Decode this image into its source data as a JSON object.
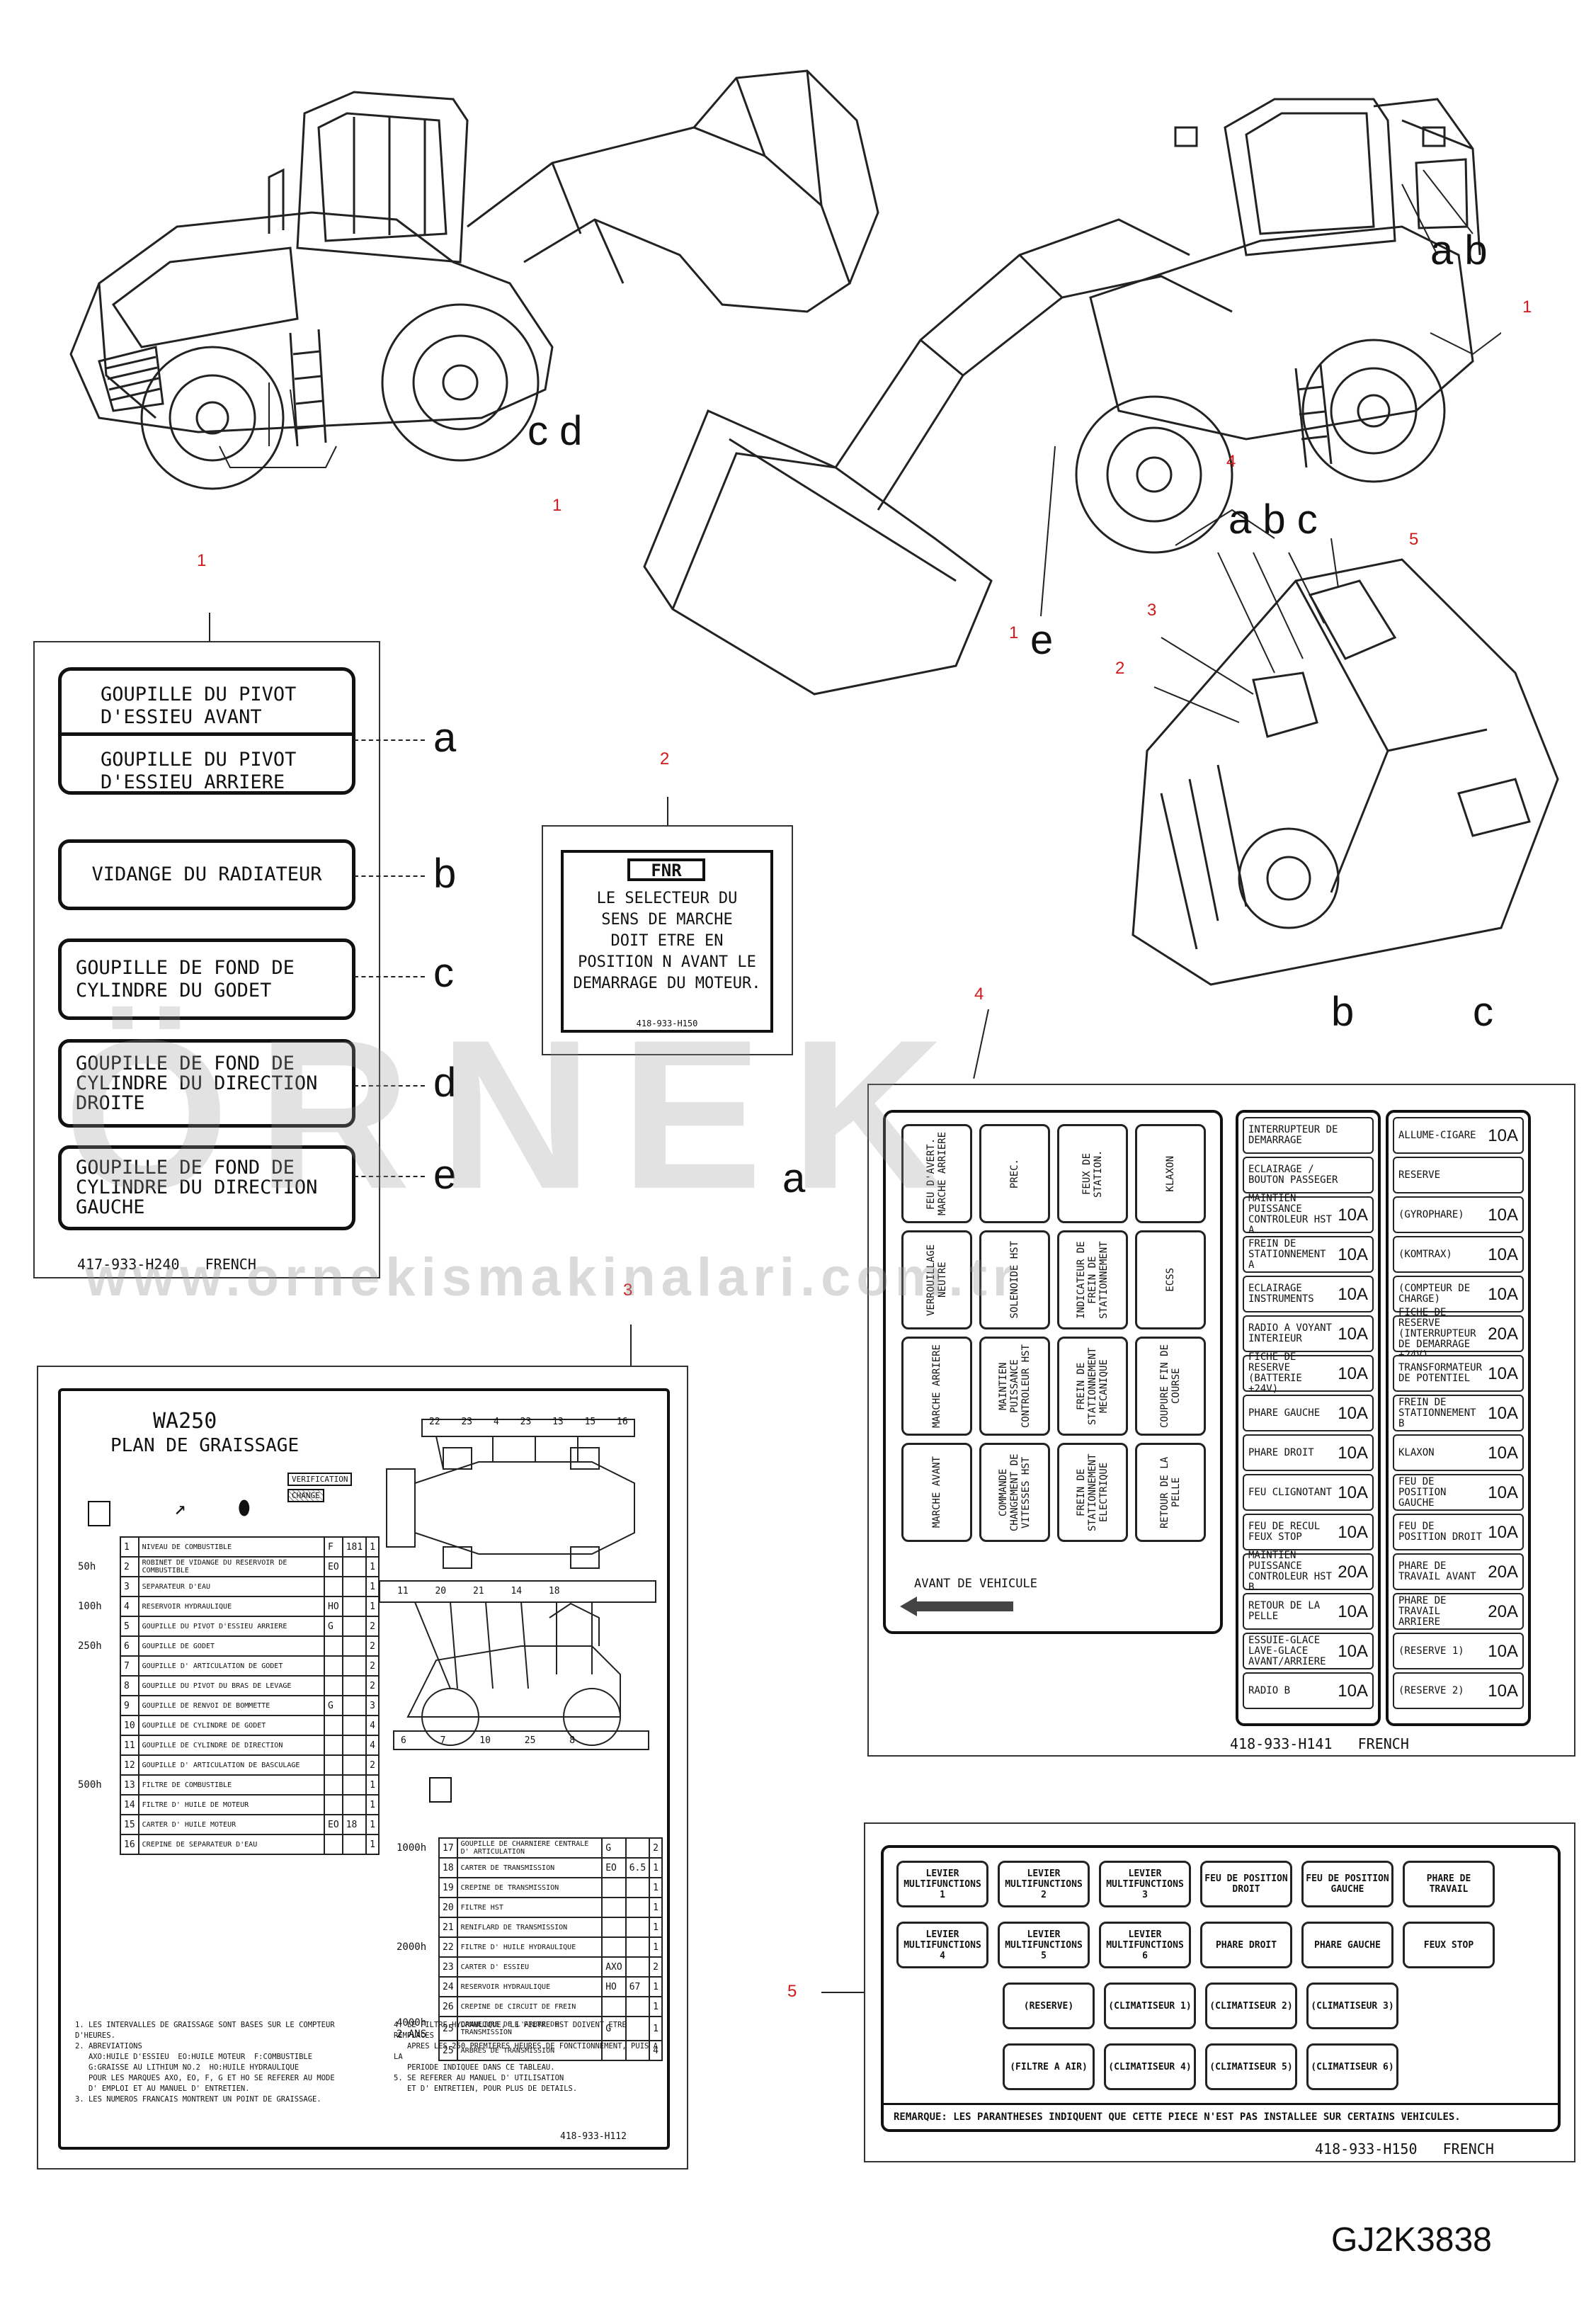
{
  "drawing_code": "GJ2K3838",
  "callouts": {
    "top_cd": "c d",
    "top_cd_num": "1",
    "top_ab": "a b",
    "top_ab_num": "1",
    "top_e": "e",
    "top_e_num": "1",
    "cab_abc": "a b c",
    "cab_num4": "4",
    "cab_num5": "5",
    "cab_num3": "3",
    "cab_num2": "2"
  },
  "label1": {
    "ref_num": "1",
    "items": [
      {
        "letter": "a",
        "text": "GOUPILLE DU PIVOT\nD'ESSIEU AVANT"
      },
      {
        "letter": "",
        "text": "GOUPILLE DU PIVOT\nD'ESSIEU ARRIERE"
      },
      {
        "letter": "b",
        "text": "VIDANGE DU RADIATEUR"
      },
      {
        "letter": "c",
        "text": "GOUPILLE DE FOND DE\nCYLINDRE DU GODET"
      },
      {
        "letter": "d",
        "text": "GOUPILLE DE FOND DE\nCYLINDRE DU DIRECTION\nDROITE"
      },
      {
        "letter": "e",
        "text": "GOUPILLE DE FOND DE\nCYLINDRE DU DIRECTION\nGAUCHE"
      }
    ],
    "footer": "417-933-H240   FRENCH"
  },
  "label2": {
    "ref_num": "2",
    "header": "FNR",
    "text": "LE SELECTEUR DU\nSENS DE MARCHE\nDOIT ETRE EN\nPOSITION N AVANT LE\nDEMARRAGE DU MOTEUR.",
    "part": "418-933-H150"
  },
  "label3": {
    "ref_num": "3",
    "title": "WA250",
    "subtitle": "PLAN DE GRAISSAGE",
    "verif": "VERIFICATION",
    "change": "CHANGE",
    "rows_left": [
      {
        "interval": "",
        "no": "1",
        "item": "NIVEAU DE COMBUSTIBLE",
        "code": "F",
        "qty": "181",
        "n": "1"
      },
      {
        "interval": "50h",
        "no": "2",
        "item": "ROBINET DE VIDANGE DU RESERVOIR DE COMBUSTIBLE",
        "code": "EO",
        "qty": "",
        "n": "1"
      },
      {
        "interval": "",
        "no": "3",
        "item": "SEPARATEUR D'EAU",
        "code": "",
        "qty": "",
        "n": "1"
      },
      {
        "interval": "100h",
        "no": "4",
        "item": "RESERVOIR HYDRAULIQUE",
        "code": "HO",
        "qty": "",
        "n": "1"
      },
      {
        "interval": "",
        "no": "5",
        "item": "GOUPILLE DU PIVOT D'ESSIEU ARRIERE",
        "code": "G",
        "qty": "",
        "n": "2"
      },
      {
        "interval": "250h",
        "no": "6",
        "item": "GOUPILLE DE GODET",
        "code": "",
        "qty": "",
        "n": "2"
      },
      {
        "interval": "",
        "no": "7",
        "item": "GOUPILLE D' ARTICULATION DE GODET",
        "code": "",
        "qty": "",
        "n": "2"
      },
      {
        "interval": "",
        "no": "8",
        "item": "GOUPILLE DU PIVOT DU BRAS DE LEVAGE",
        "code": "",
        "qty": "",
        "n": "2"
      },
      {
        "interval": "",
        "no": "9",
        "item": "GOUPILLE DE RENVOI DE BOMMETTE",
        "code": "G",
        "qty": "",
        "n": "3"
      },
      {
        "interval": "",
        "no": "10",
        "item": "GOUPILLE DE CYLINDRE DE GODET",
        "code": "",
        "qty": "",
        "n": "4"
      },
      {
        "interval": "",
        "no": "11",
        "item": "GOUPILLE DE CYLINDRE DE DIRECTION",
        "code": "",
        "qty": "",
        "n": "4"
      },
      {
        "interval": "",
        "no": "12",
        "item": "GOUPILLE D' ARTICULATION DE BASCULAGE",
        "code": "",
        "qty": "",
        "n": "2"
      },
      {
        "interval": "500h",
        "no": "13",
        "item": "FILTRE DE COMBUSTIBLE",
        "code": "",
        "qty": "",
        "n": "1"
      },
      {
        "interval": "",
        "no": "14",
        "item": "FILTRE D' HUILE DE MOTEUR",
        "code": "",
        "qty": "",
        "n": "1"
      },
      {
        "interval": "",
        "no": "15",
        "item": "CARTER D' HUILE MOTEUR",
        "code": "EO",
        "qty": "18",
        "n": "1"
      },
      {
        "interval": "",
        "no": "16",
        "item": "CREPINE DE SEPARATEUR D'EAU",
        "code": "",
        "qty": "",
        "n": "1"
      }
    ],
    "rows_right": [
      {
        "interval": "1000h",
        "no": "17",
        "item": "GOUPILLE DE CHARNIERE CENTRALE D' ARTICULATION",
        "code": "G",
        "qty": "",
        "n": "2"
      },
      {
        "interval": "",
        "no": "18",
        "item": "CARTER DE TRANSMISSION",
        "code": "EO",
        "qty": "6.5",
        "n": "1"
      },
      {
        "interval": "",
        "no": "19",
        "item": "CREPINE DE TRANSMISSION",
        "code": "",
        "qty": "",
        "n": "1"
      },
      {
        "interval": "",
        "no": "20",
        "item": "FILTRE HST",
        "code": "",
        "qty": "",
        "n": "1"
      },
      {
        "interval": "",
        "no": "21",
        "item": "RENIFLARD DE TRANSMISSION",
        "code": "",
        "qty": "",
        "n": "1"
      },
      {
        "interval": "2000h",
        "no": "22",
        "item": "FILTRE D' HUILE HYDRAULIQUE",
        "code": "",
        "qty": "",
        "n": "1"
      },
      {
        "interval": "",
        "no": "23",
        "item": "CARTER D' ESSIEU",
        "code": "AXO",
        "qty": "",
        "n": "2"
      },
      {
        "interval": "",
        "no": "24",
        "item": "RESERVOIR HYDRAULIQUE",
        "code": "HO",
        "qty": "67",
        "n": "1"
      },
      {
        "interval": "",
        "no": "26",
        "item": "CREPINE DE CIRCUIT DE FREIN",
        "code": "",
        "qty": "",
        "n": "1"
      },
      {
        "interval": "4000h 2 ANS",
        "no": "25",
        "item": "CANNELURE DE L'ARBRE DE TRANSMISSION",
        "code": "G",
        "qty": "",
        "n": "1"
      },
      {
        "interval": "",
        "no": "25",
        "item": "ARBRES DE TRANSMISSION",
        "code": "",
        "qty": "",
        "n": "4"
      }
    ],
    "notes_left": "1. LES INTERVALLES DE GRAISSAGE SONT BASES SUR LE COMPTEUR D'HEURES.\n2. ABREVIATIONS\n   AXO:HUILE D'ESSIEU  EO:HUILE MOTEUR  F:COMBUSTIBLE\n   G:GRAISSE AU LITHIUM NO.2  HO:HUILE HYDRAULIQUE\n   POUR LES MARQUES AXO, EO, F, G ET HO SE REFERER AU MODE\n   D' EMPLOI ET AU MANUEL D' ENTRETIEN.\n3. LES NUMEROS FRANCAIS MONTRENT UN POINT DE GRAISSAGE.",
    "notes_right": "4. LE FILTRE HYDRAULIQUE, LE FILTRE HST DOIVENT ETRE REMPLACES\n   APRES LES 250 PREMIERES HEURES DE FONCTIONNEMENT, PUIS A LA\n   PERIODE INDIQUEE DANS CE TABLEAU.\n5. SE REFERER AU MANUEL D' UTILISATION\n   ET D' ENTRETIEN, POUR PLUS DE DETAILS.",
    "part": "418-933-H112",
    "diagram_numbers_top": [
      "22",
      "23",
      "4",
      "23",
      "13",
      "15",
      "16"
    ],
    "diagram_numbers_mid": [
      "11",
      "20",
      "21",
      "14",
      "18"
    ],
    "diagram_numbers_bot": [
      "6",
      "7",
      "10",
      "25",
      "8"
    ]
  },
  "label4": {
    "ref_num": "4",
    "letters": {
      "a": "a",
      "b": "b",
      "c": "c"
    },
    "switches": [
      [
        "FEU D'AVERT. MARCHE ARRIERE",
        "PREC.",
        "FEUX DE STATION.",
        "KLAXON"
      ],
      [
        "VERROUILLAGE NEUTRE",
        "SOLENOIDE HST",
        "INDICATEUR DE FREIN DE STATIONNEMENT",
        "ECSS"
      ],
      [
        "MARCHE ARRIERE",
        "MAINTIEN PUISSANCE CONTROLEUR HST",
        "FREIN DE STATIONNEMENT MECANIQUE",
        "COUPURE FIN DE COURSE"
      ],
      [
        "MARCHE AVANT",
        "COMMANDE CHANGEMENT DE VITESSES HST",
        "FREIN DE STATIONNEMENT ELECTRIQUE",
        "RETOUR DE LA PELLE"
      ]
    ],
    "front_text": "AVANT DE VEHICULE",
    "fuses_b": [
      {
        "label": "INTERRUPTEUR DE DEMARRAGE",
        "amp": ""
      },
      {
        "label": "ECLAIRAGE / BOUTON PASSEGER",
        "amp": ""
      },
      {
        "label": "MAINTIEN PUISSANCE CONTROLEUR HST A",
        "amp": "10A"
      },
      {
        "label": "FREIN DE STATIONNEMENT A",
        "amp": "10A"
      },
      {
        "label": "ECLAIRAGE INSTRUMENTS",
        "amp": "10A"
      },
      {
        "label": "RADIO A VOYANT INTERIEUR",
        "amp": "10A"
      },
      {
        "label": "FICHE DE RESERVE (BATTERIE +24V)",
        "amp": "10A"
      },
      {
        "label": "PHARE GAUCHE",
        "amp": "10A"
      },
      {
        "label": "PHARE DROIT",
        "amp": "10A"
      },
      {
        "label": "FEU CLIGNOTANT",
        "amp": "10A"
      },
      {
        "label": "FEU DE RECUL FEUX STOP",
        "amp": "10A"
      },
      {
        "label": "MAINTIEN PUISSANCE CONTROLEUR HST B",
        "amp": "20A"
      },
      {
        "label": "RETOUR DE LA PELLE",
        "amp": "10A"
      },
      {
        "label": "ESSUIE-GLACE LAVE-GLACE AVANT/ARRIERE",
        "amp": "10A"
      },
      {
        "label": "RADIO B",
        "amp": "10A"
      }
    ],
    "fuses_c": [
      {
        "label": "ALLUME-CIGARE",
        "amp": "10A"
      },
      {
        "label": "RESERVE",
        "amp": ""
      },
      {
        "label": "(GYROPHARE)",
        "amp": "10A"
      },
      {
        "label": "(KOMTRAX)",
        "amp": "10A"
      },
      {
        "label": "(COMPTEUR DE CHARGE)",
        "amp": "10A"
      },
      {
        "label": "FICHE DE RESERVE (INTERRUPTEUR DE DEMARRAGE +24V)",
        "amp": "20A"
      },
      {
        "label": "TRANSFORMATEUR DE POTENTIEL",
        "amp": "10A"
      },
      {
        "label": "FREIN DE STATIONNEMENT B",
        "amp": "10A"
      },
      {
        "label": "KLAXON",
        "amp": "10A"
      },
      {
        "label": "FEU DE POSITION GAUCHE",
        "amp": "10A"
      },
      {
        "label": "FEU DE POSITION DROIT",
        "amp": "10A"
      },
      {
        "label": "PHARE DE TRAVAIL AVANT",
        "amp": "20A"
      },
      {
        "label": "PHARE DE TRAVAIL ARRIERE",
        "amp": "20A"
      },
      {
        "label": "(RESERVE 1)",
        "amp": "10A"
      },
      {
        "label": "(RESERVE 2)",
        "amp": "10A"
      }
    ],
    "footer": "418-933-H141   FRENCH"
  },
  "label5": {
    "ref_num": "5",
    "buttons": [
      [
        "LEVIER MULTIFUNCTIONS 1",
        "LEVIER MULTIFUNCTIONS 2",
        "LEVIER MULTIFUNCTIONS 3",
        "FEU DE POSITION DROIT",
        "FEU DE POSITION GAUCHE",
        "PHARE DE TRAVAIL"
      ],
      [
        "LEVIER MULTIFUNCTIONS 4",
        "LEVIER MULTIFUNCTIONS 5",
        "LEVIER MULTIFUNCTIONS 6",
        "PHARE DROIT",
        "PHARE GAUCHE",
        "FEUX STOP"
      ],
      [
        "(RESERVE)",
        "(CLIMATISEUR 1)",
        "(CLIMATISEUR 2)",
        "(CLIMATISEUR 3)"
      ],
      [
        "(FILTRE A AIR)",
        "(CLIMATISEUR 4)",
        "(CLIMATISEUR 5)",
        "(CLIMATISEUR 6)"
      ]
    ],
    "remark": "REMARQUE: LES PARANTHESES INDIQUENT QUE CETTE PIECE N'EST PAS INSTALLEE SUR CERTAINS VEHICULES.",
    "footer": "418-933-H150   FRENCH"
  },
  "watermark": {
    "big": "ÖRNEK",
    "url": "www.ornekismakinalari.com.tr"
  }
}
